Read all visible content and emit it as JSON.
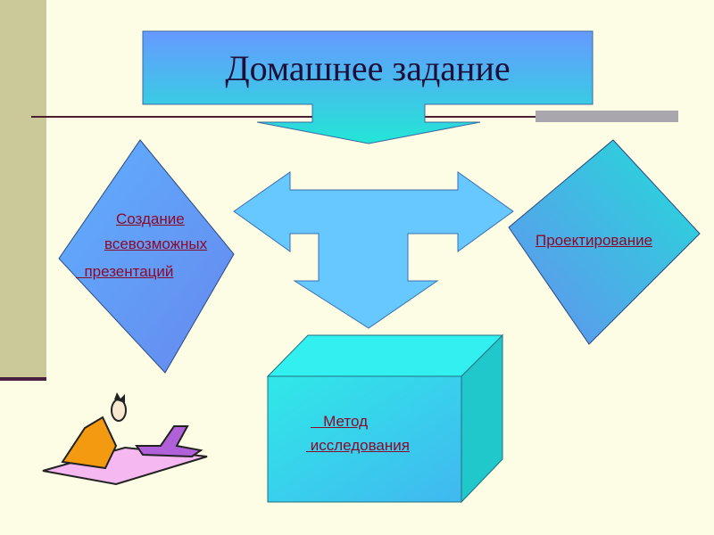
{
  "title": "Домашнее задание",
  "items": {
    "left_line1": "Создание",
    "left_line2": "всевозможных",
    "left_line3": "  презентаций",
    "right": "Проектирование",
    "bottom_line1": "   Метод",
    "bottom_line2": " исследования"
  },
  "colors": {
    "background": "#fdfde6",
    "sidebar": "#cbc89a",
    "text": "#8b0a2a",
    "grad_top": "#6699ff",
    "grad_bottom": "#22e6d6"
  }
}
